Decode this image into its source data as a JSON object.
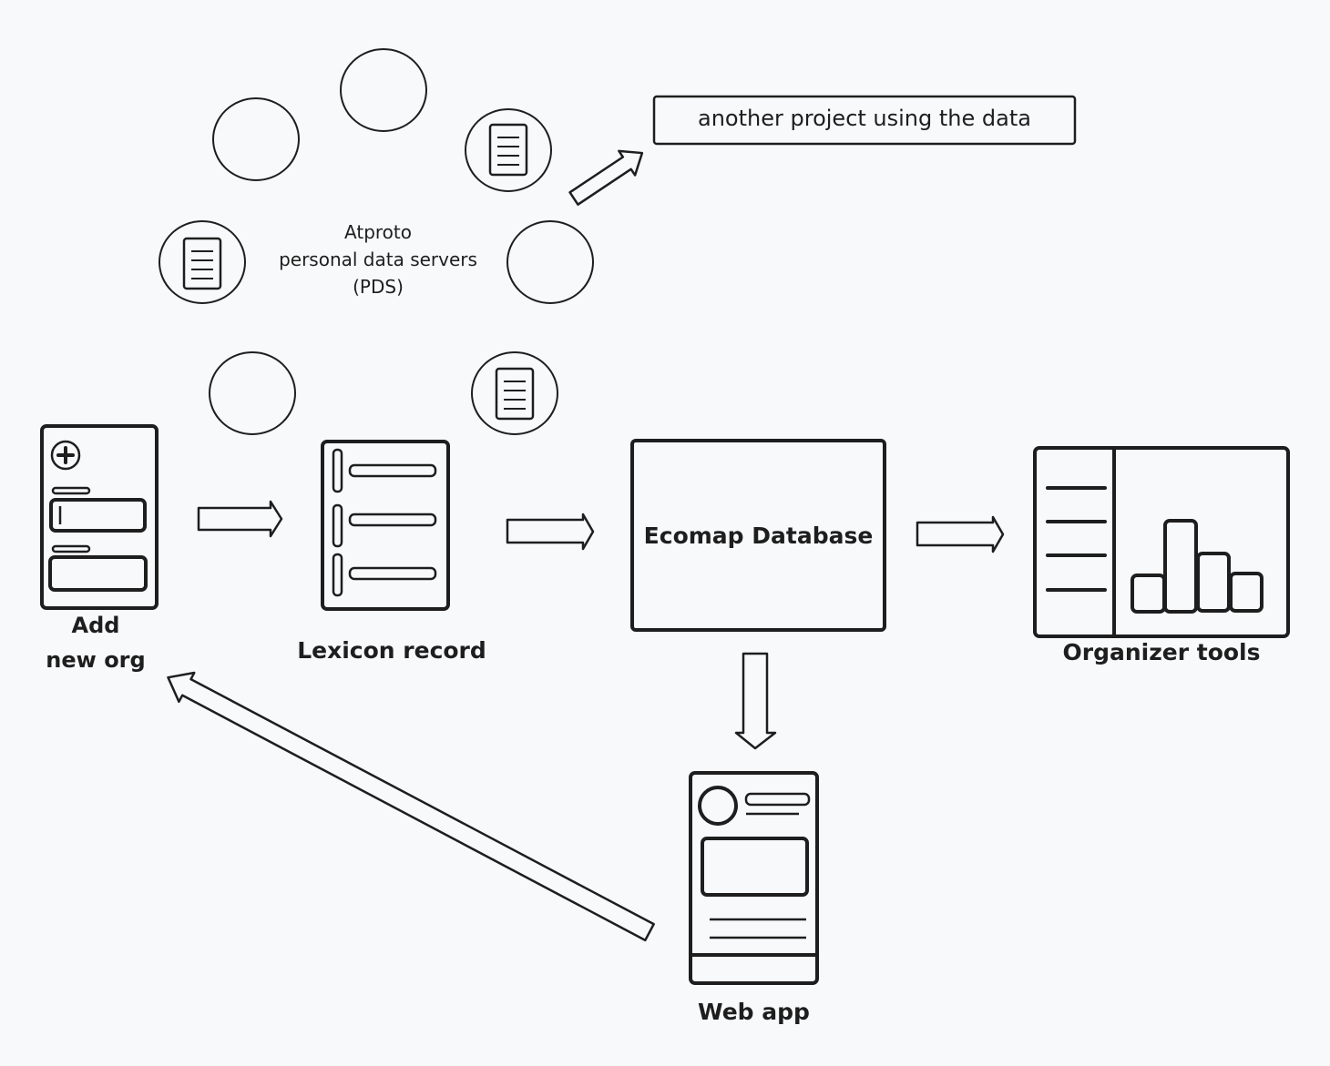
{
  "labels": {
    "pds": [
      "Atproto",
      "personal data servers",
      "(PDS)"
    ],
    "another_project": "another project using the data",
    "add_new_org": [
      "Add",
      "new org"
    ],
    "lexicon_record": "Lexicon record",
    "ecomap_database": "Ecomap Database",
    "organizer_tools": "Organizer tools",
    "web_app": "Web app"
  },
  "colors": {
    "stroke": "#1e1e1e",
    "background": "#f8f9fb"
  }
}
